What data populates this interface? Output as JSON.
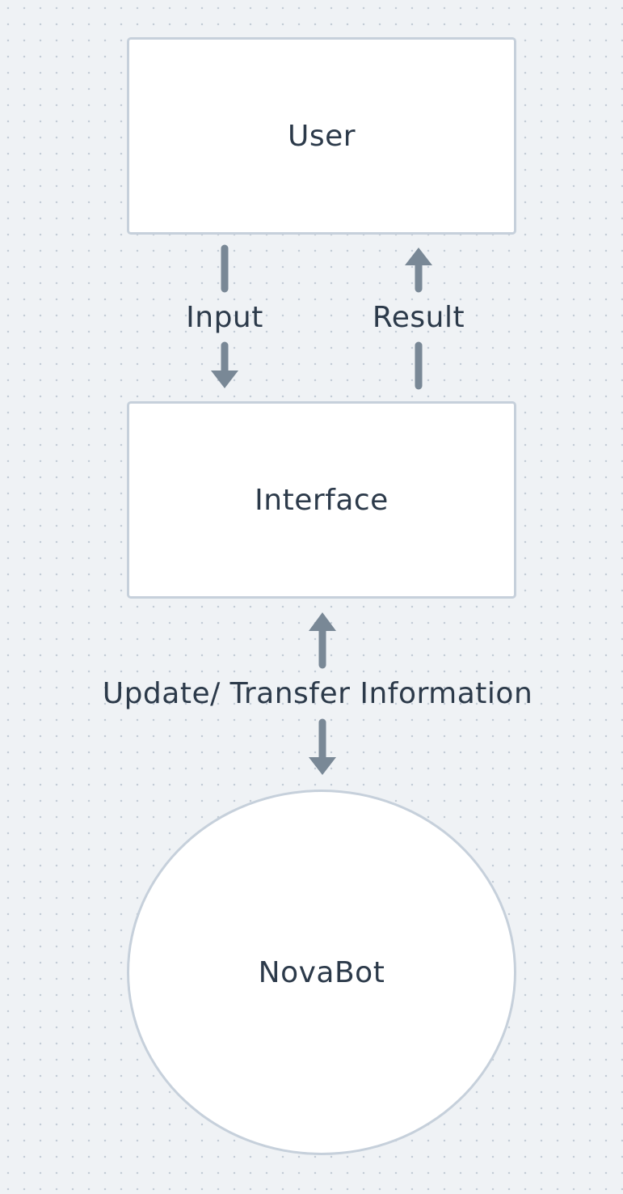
{
  "nodes": {
    "user": "User",
    "interface": "Interface",
    "novabot": "NovaBot"
  },
  "edges": {
    "input": "Input",
    "result": "Result",
    "update": "Update/ Transfer Information"
  },
  "colors": {
    "background": "#eff2f5",
    "node_fill": "#ffffff",
    "node_border": "#c6d0db",
    "arrow": "#798896",
    "text": "#2c3a4a"
  }
}
